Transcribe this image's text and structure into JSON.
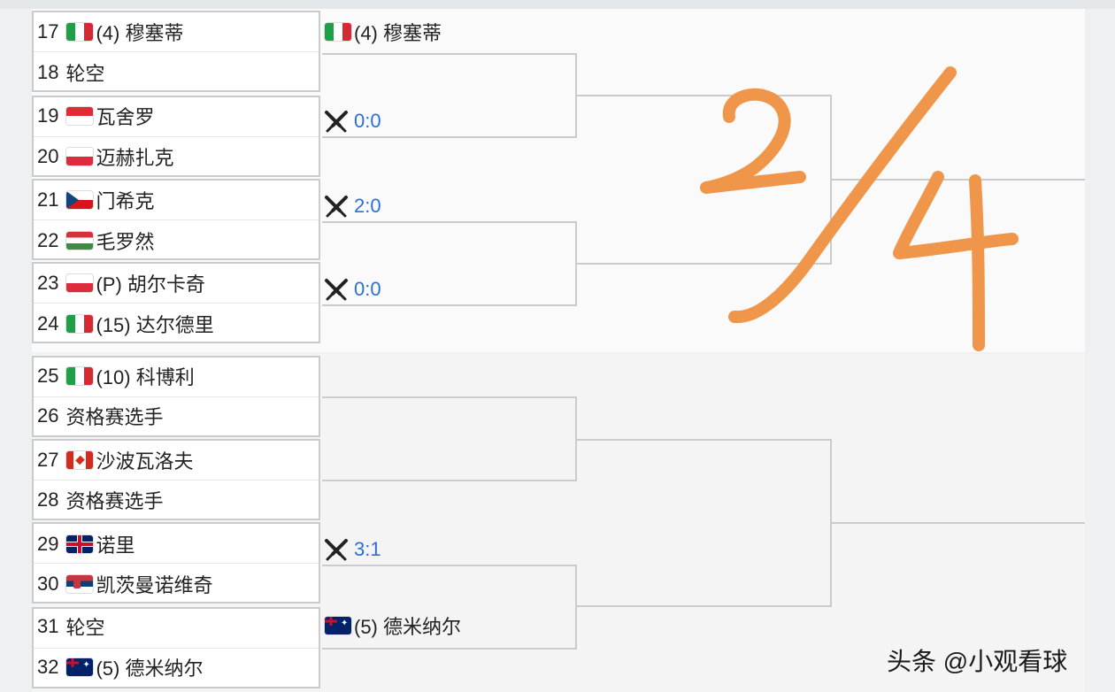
{
  "draw": {
    "pairs": [
      {
        "top": {
          "seed": "17",
          "flag": "it",
          "name": "(4) 穆塞蒂"
        },
        "bottom": {
          "seed": "18",
          "flag": "",
          "name": "轮空"
        }
      },
      {
        "top": {
          "seed": "19",
          "flag": "id",
          "name": "瓦舍罗"
        },
        "bottom": {
          "seed": "20",
          "flag": "pl",
          "name": "迈赫扎克"
        }
      },
      {
        "top": {
          "seed": "21",
          "flag": "cz",
          "name": "门希克"
        },
        "bottom": {
          "seed": "22",
          "flag": "hu",
          "name": "毛罗然"
        }
      },
      {
        "top": {
          "seed": "23",
          "flag": "pl",
          "name": "(P) 胡尔卡奇"
        },
        "bottom": {
          "seed": "24",
          "flag": "it",
          "name": "(15) 达尔德里"
        }
      },
      {
        "top": {
          "seed": "25",
          "flag": "it",
          "name": "(10) 科博利"
        },
        "bottom": {
          "seed": "26",
          "flag": "",
          "name": "资格赛选手"
        }
      },
      {
        "top": {
          "seed": "27",
          "flag": "ca",
          "name": "沙波瓦洛夫"
        },
        "bottom": {
          "seed": "28",
          "flag": "",
          "name": "资格赛选手"
        }
      },
      {
        "top": {
          "seed": "29",
          "flag": "gb",
          "name": "诺里"
        },
        "bottom": {
          "seed": "30",
          "flag": "rs",
          "name": "凯茨曼诺维奇"
        }
      },
      {
        "top": {
          "seed": "31",
          "flag": "",
          "name": "轮空"
        },
        "bottom": {
          "seed": "32",
          "flag": "au",
          "name": "(5) 德米纳尔"
        }
      }
    ],
    "results": [
      {
        "type": "player",
        "flag": "it",
        "name": "(4) 穆塞蒂"
      },
      {
        "type": "score",
        "icon": "crossed-swords-icon",
        "score": "0:0"
      },
      {
        "type": "score",
        "icon": "crossed-swords-icon",
        "score": "2:0"
      },
      {
        "type": "score",
        "icon": "crossed-swords-icon",
        "score": "0:0"
      },
      {
        "type": "score",
        "icon": "crossed-swords-icon",
        "score": "3:1"
      },
      {
        "type": "player",
        "flag": "au",
        "name": "(5) 德米纳尔"
      }
    ]
  },
  "annotation": {
    "text": "2/4",
    "color": "#f0964a"
  },
  "watermark": "头条 @小观看球",
  "colors": {
    "score": "#2a6fdb",
    "border": "#c9cbcf",
    "ink": "#f0964a"
  }
}
